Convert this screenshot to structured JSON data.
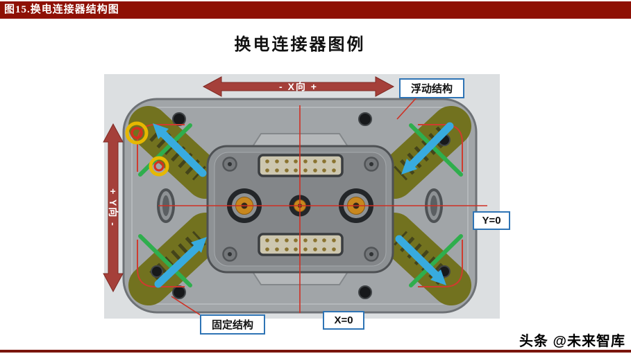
{
  "header": {
    "title": "图15.换电连接器结构图"
  },
  "figure": {
    "title": "换电连接器图例",
    "x_axis_label": "- X向 +",
    "y_axis_label": "+ Y向 -",
    "label_floating": "浮动结构",
    "label_fixed": "固定结构",
    "label_y_zero": "Y=0",
    "label_x_zero": "X=0"
  },
  "footer": {
    "credit": "头条 @未来智库"
  },
  "colors": {
    "header_bg": "#8e1004",
    "bottom_rule": "#7a150c",
    "axis_arrow_red": "#a5403a",
    "crosshair_red": "#cf2f23",
    "label_border_blue": "#2e74b5",
    "float_arrow_blue": "#38abdf",
    "guide_green": "#2fae4d",
    "spring_olive": "#72721f",
    "terminal_gold": "#c8871d",
    "body_gray": "#a1a5a8",
    "marker_yellow": "#e6b800"
  }
}
